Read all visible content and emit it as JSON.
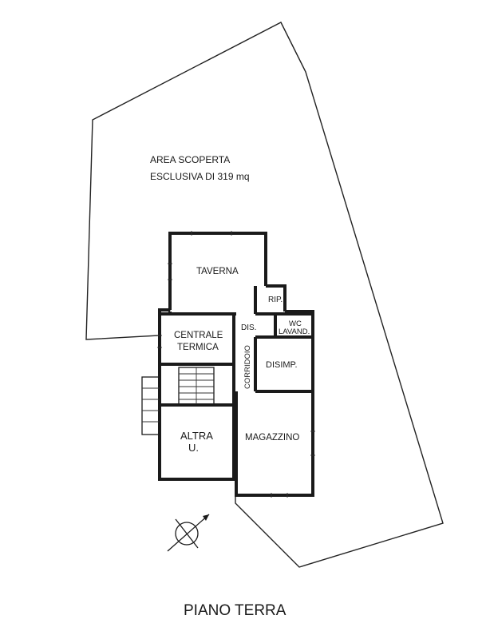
{
  "plan": {
    "outdoor_area_line1": "AREA SCOPERTA",
    "outdoor_area_line2": "ESCLUSIVA DI 319 mq",
    "floor_title": "PIANO TERRA",
    "rooms": {
      "taverna": "TAVERNA",
      "rip": "RIP.",
      "wc_line1": "WC",
      "wc_line2": "LAVAND.",
      "dis": "DIS.",
      "centrale_line1": "CENTRALE",
      "centrale_line2": "TERMICA",
      "corridoio": "CORRIDOIO",
      "disimp": "DISIMP.",
      "altra_line1": "ALTRA",
      "altra_line2": "U.",
      "magazzino": "MAGAZZINO"
    }
  }
}
